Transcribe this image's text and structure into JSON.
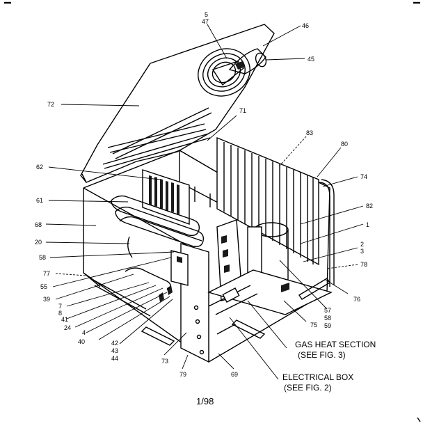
{
  "diagram": {
    "part_numbers": [
      {
        "id": "p5",
        "text": "5"
      },
      {
        "id": "p47",
        "text": "47"
      },
      {
        "id": "p46",
        "text": "46"
      },
      {
        "id": "p45",
        "text": "45"
      },
      {
        "id": "p72",
        "text": "72"
      },
      {
        "id": "p71",
        "text": "71"
      },
      {
        "id": "p83",
        "text": "83"
      },
      {
        "id": "p80",
        "text": "80"
      },
      {
        "id": "p62",
        "text": "62"
      },
      {
        "id": "p74",
        "text": "74"
      },
      {
        "id": "p61",
        "text": "61"
      },
      {
        "id": "p82",
        "text": "82"
      },
      {
        "id": "p68",
        "text": "68"
      },
      {
        "id": "p1",
        "text": "1"
      },
      {
        "id": "p20",
        "text": "20"
      },
      {
        "id": "p2",
        "text": "2"
      },
      {
        "id": "p3",
        "text": "3"
      },
      {
        "id": "p58",
        "text": "58"
      },
      {
        "id": "p78",
        "text": "78"
      },
      {
        "id": "p77",
        "text": "77"
      },
      {
        "id": "p55",
        "text": "55"
      },
      {
        "id": "p76",
        "text": "76"
      },
      {
        "id": "p39",
        "text": "39"
      },
      {
        "id": "p7",
        "text": "7"
      },
      {
        "id": "p8",
        "text": "8"
      },
      {
        "id": "p57",
        "text": "57"
      },
      {
        "id": "p41",
        "text": "41"
      },
      {
        "id": "p58b",
        "text": "58"
      },
      {
        "id": "p24",
        "text": "24"
      },
      {
        "id": "p59",
        "text": "59"
      },
      {
        "id": "p4",
        "text": "4"
      },
      {
        "id": "p75",
        "text": "75"
      },
      {
        "id": "p40",
        "text": "40"
      },
      {
        "id": "p42",
        "text": "42"
      },
      {
        "id": "p43",
        "text": "43"
      },
      {
        "id": "p44",
        "text": "44"
      },
      {
        "id": "p73",
        "text": "73"
      },
      {
        "id": "p79",
        "text": "79"
      },
      {
        "id": "p69",
        "text": "69"
      }
    ],
    "callouts": {
      "gas_heat_line1": "GAS HEAT SECTION",
      "gas_heat_line2": "(SEE FIG. 3)",
      "electrical_line1": "ELECTRICAL BOX",
      "electrical_line2": "(SEE FIG. 2)"
    },
    "footer": "1/98"
  }
}
